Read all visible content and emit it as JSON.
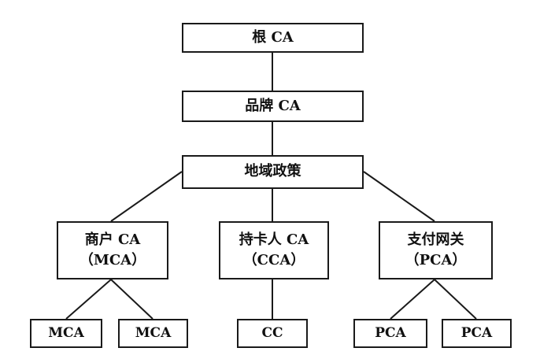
{
  "diagram": {
    "root": "根 CA",
    "brand": "品牌 CA",
    "geo_policy": "地域政策",
    "merchant": {
      "line1": "商户 CA",
      "line2": "（MCA）"
    },
    "cardholder": {
      "line1": "持卡人 CA",
      "line2": "（CCA）"
    },
    "gateway": {
      "line1": "支付网关",
      "line2": "（PCA）"
    },
    "leaves": {
      "mca_1": "MCA",
      "mca_2": "MCA",
      "cc": "CC",
      "pca_1": "PCA",
      "pca_2": "PCA"
    }
  }
}
